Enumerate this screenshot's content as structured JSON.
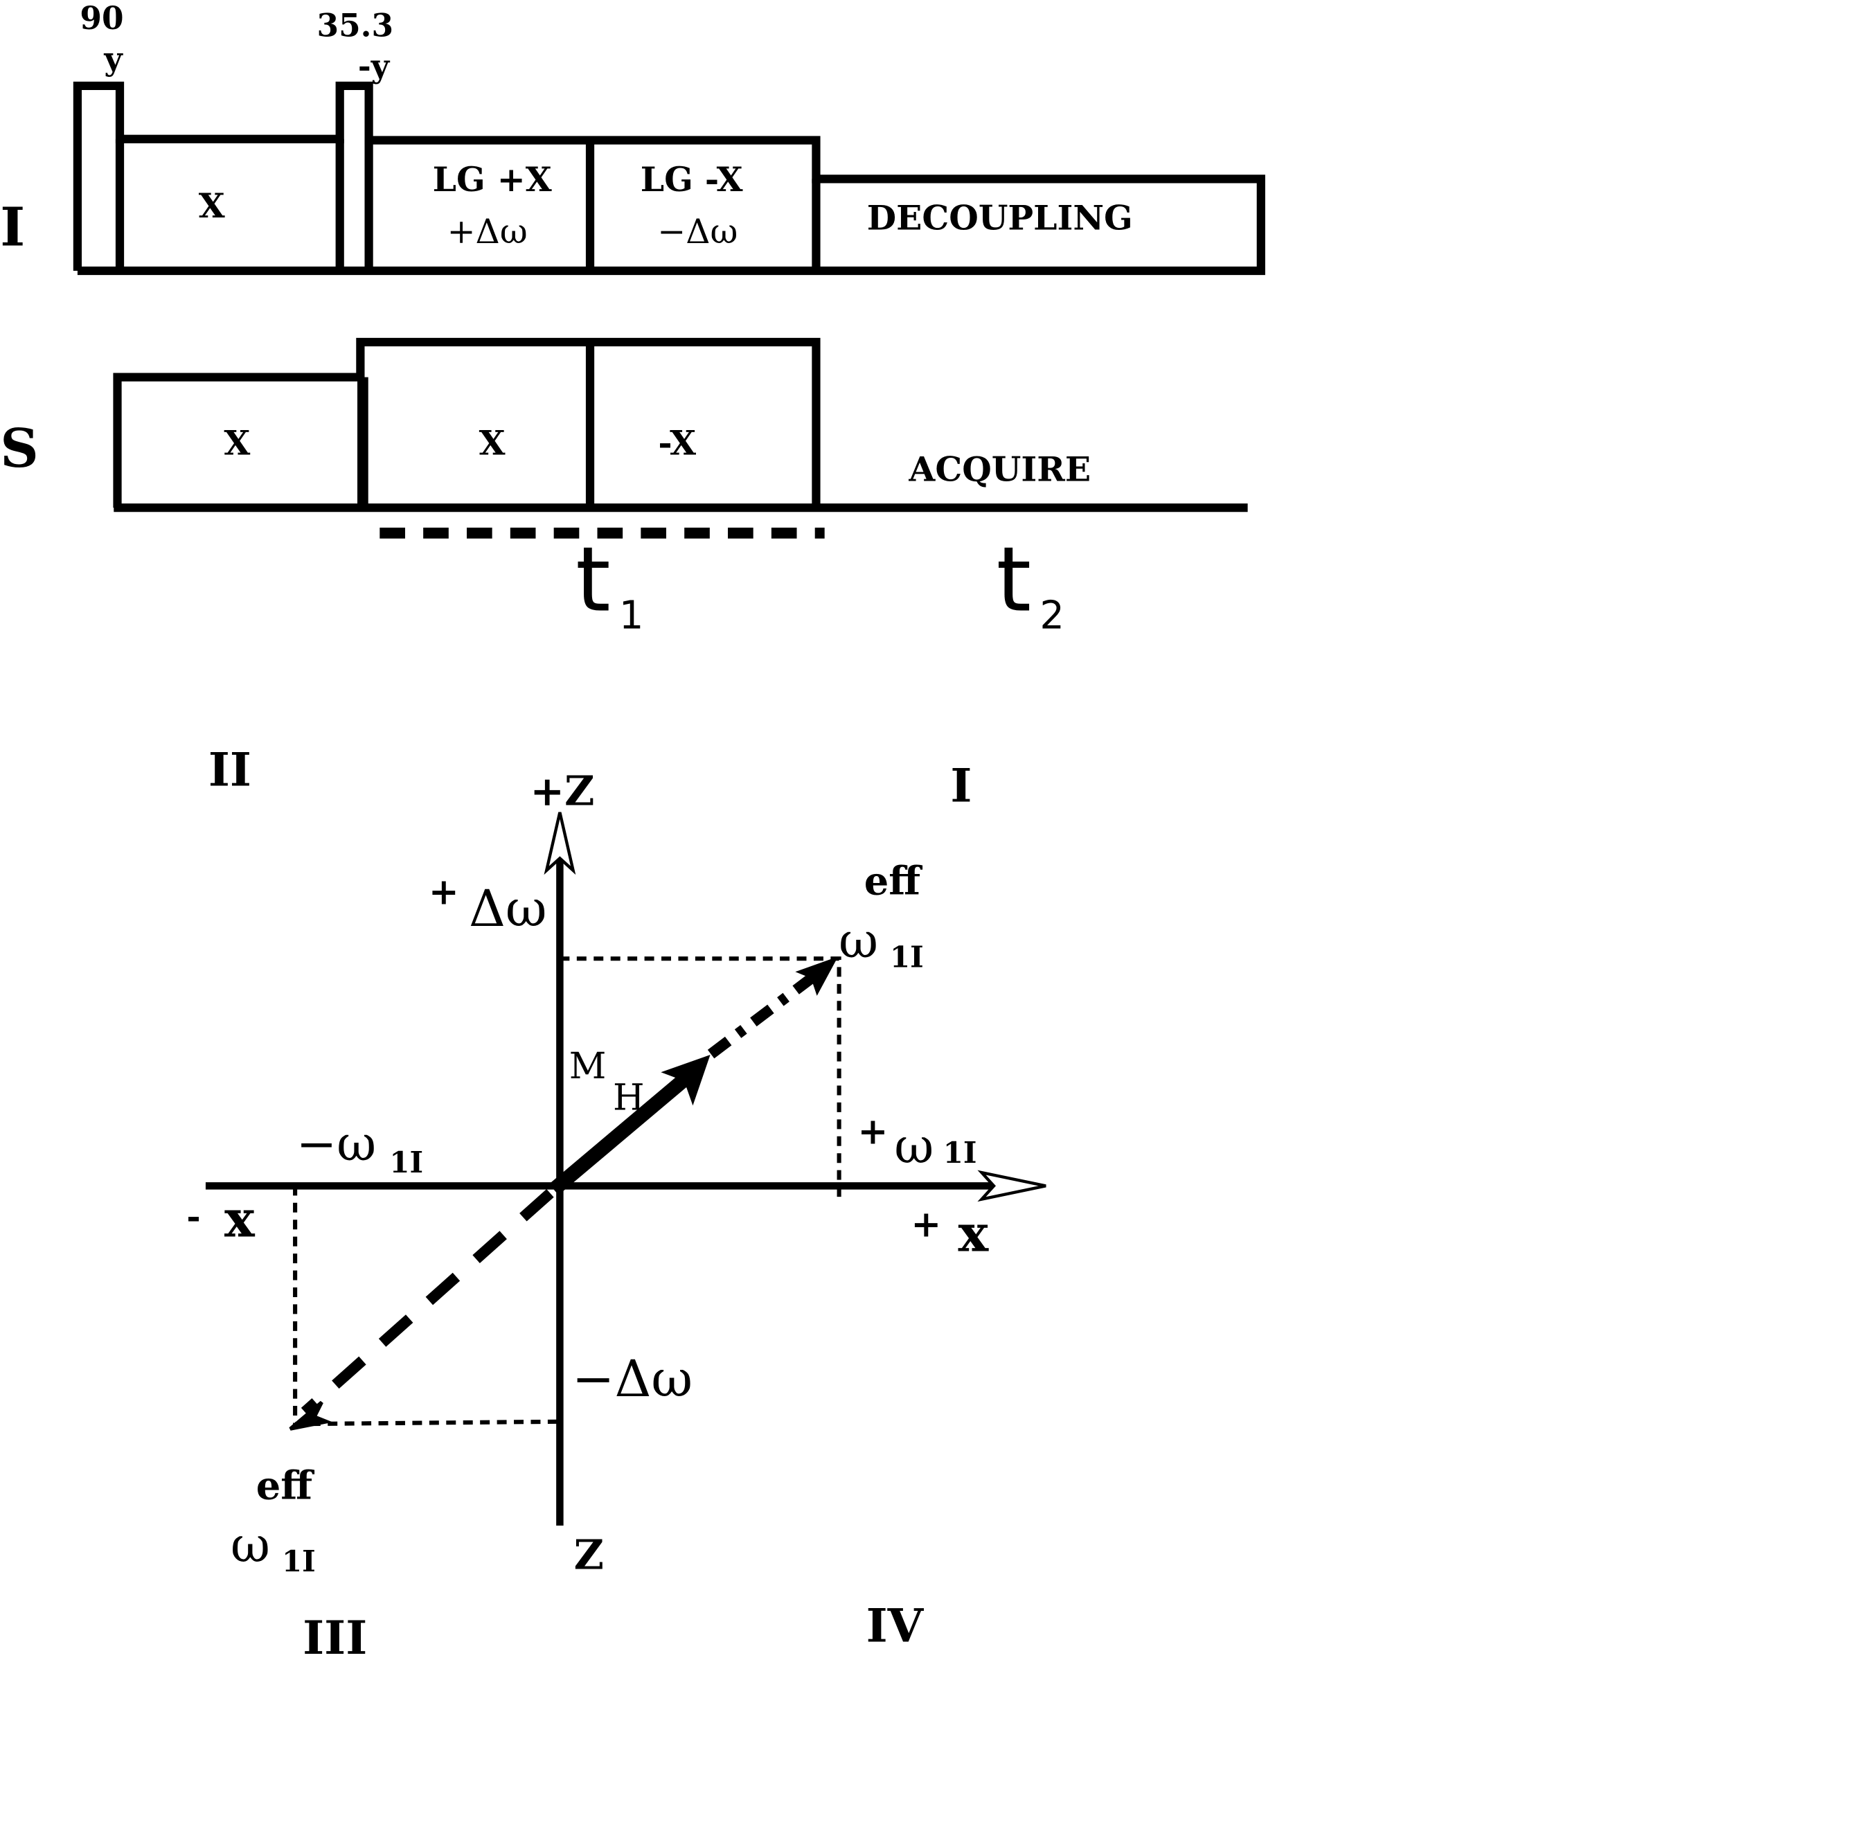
{
  "pulse_sequence": {
    "channel_I": "I",
    "channel_S": "S",
    "pulse1_angle": "90",
    "pulse1_phase": "y",
    "pulse2_angle": "35.3",
    "pulse2_phase": "-y",
    "I_cp_label": "X",
    "I_lg1_label": "LG +X",
    "I_lg1_offset": "+Δω",
    "I_lg2_label": "LG -X",
    "I_lg2_offset": "−Δω",
    "I_decoupling": "DECOUPLING",
    "S_cp_label": "X",
    "S_block1_label": "X",
    "S_block2_label": "-X",
    "S_acquire": "ACQUIRE",
    "t1": "t",
    "t1_sub": "1",
    "t2": "t",
    "t2_sub": "2"
  },
  "vector_diagram": {
    "quadrant_I": "I",
    "quadrant_II": "II",
    "quadrant_III": "III",
    "quadrant_IV": "IV",
    "plus_z": "+Z",
    "minus_z": "Z",
    "plus_x_sign": "+",
    "plus_x": "x",
    "minus_x_sign": "-",
    "minus_x": "x",
    "plus_dw_sign": "+",
    "plus_dw": "Δω",
    "minus_dw": "−Δω",
    "eff_sup_1": "eff",
    "omega_1": "ω",
    "omega_sub_1": "1I",
    "eff_sup_2": "eff",
    "omega_2": "ω",
    "omega_sub_2": "1I",
    "minus_omega": "−ω",
    "minus_omega_sub": "1I",
    "plus_omega_sign": "+",
    "plus_omega": "ω",
    "plus_omega_sub": "1I",
    "mag_M": "M",
    "mag_sub": "H"
  }
}
